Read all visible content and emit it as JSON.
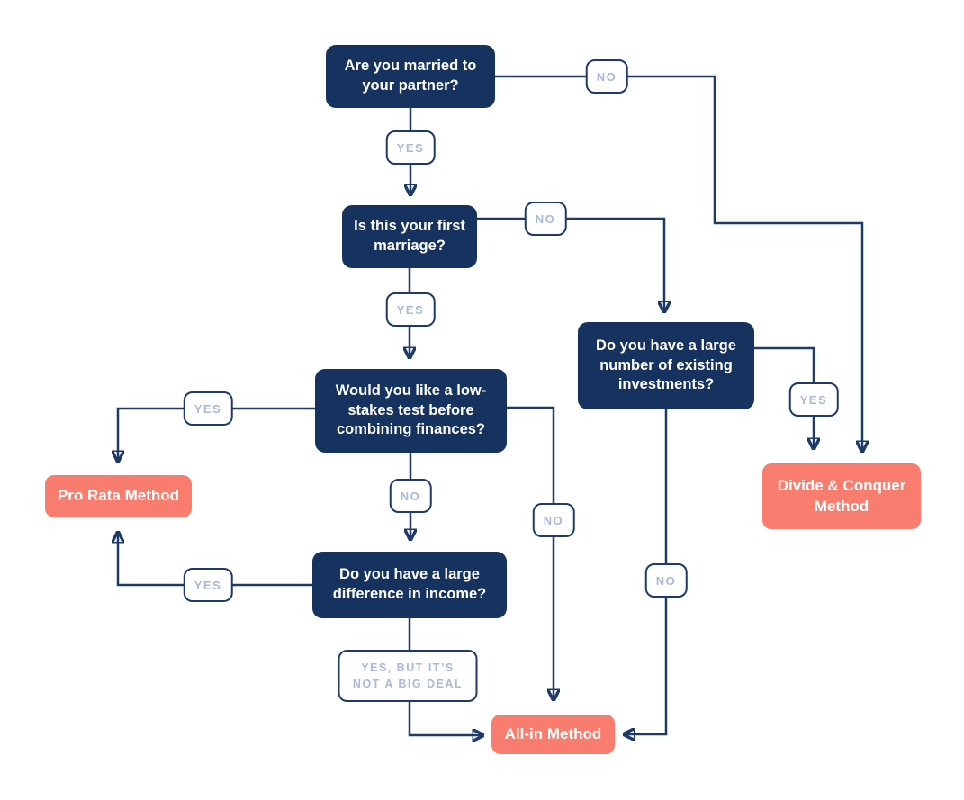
{
  "diagram": {
    "type": "flowchart",
    "topic": "Choosing a method for combining finances with a partner"
  },
  "colors": {
    "question_box": "#16325e",
    "outcome_box": "#f87d6e",
    "connector_line": "#1d3a69",
    "decision_label_text": "#a9b9d7",
    "box_text": "#ffffff",
    "background": "#ffffff"
  },
  "questions": [
    {
      "text": "Are you married to your partner?"
    },
    {
      "text": "Is this your first marriage?"
    },
    {
      "text": "Would you like a low-stakes test before combining finances?"
    },
    {
      "text": "Do you have a large difference in income?"
    },
    {
      "text": "Do you have a large number of existing investments?"
    }
  ],
  "outcomes": [
    {
      "text": "Pro Rata Method"
    },
    {
      "text": "All-in Method"
    },
    {
      "text": "Divide & Conquer Method"
    }
  ],
  "labels": {
    "married_yes": "YES",
    "married_no": "NO",
    "first_marriage_yes": "YES",
    "first_marriage_no": "NO",
    "low_stakes_yes": "YES",
    "low_stakes_no_down": "NO",
    "low_stakes_no_right": "NO",
    "income_diff_yes": "YES",
    "income_diff_yes_but": "YES, BUT IT’S NOT A BIG DEAL",
    "investments_yes": "YES",
    "investments_no": "NO"
  }
}
